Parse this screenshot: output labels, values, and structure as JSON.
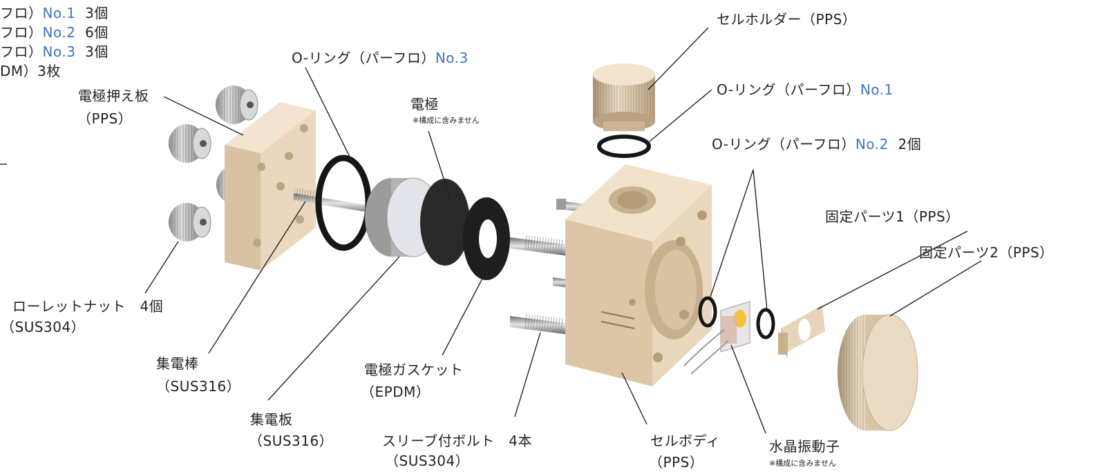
{
  "parts_list": [
    {
      "prefix": "フロ）",
      "no": "No.1",
      "qty": "3個"
    },
    {
      "prefix": "フロ）",
      "no": "No.2",
      "qty": "6個"
    },
    {
      "prefix": "フロ）",
      "no": "No.3",
      "qty": "3個"
    },
    {
      "prefix": "DM）3枚",
      "no": "",
      "qty": ""
    }
  ],
  "labels": {
    "cell_holder": "セルホルダー（PPS）",
    "oring_no3": {
      "text": "O-リング（パーフロ）",
      "no": "No.3"
    },
    "oring_no1": {
      "text": "O-リング（パーフロ）",
      "no": "No.1"
    },
    "oring_no2": {
      "text": "O-リング（パーフロ）",
      "no": "No.2",
      "qty": "2個"
    },
    "electrode_press_plate": [
      "電極押え板",
      "（PPS）"
    ],
    "electrode": "電極",
    "electrode_note": "※構成に含みません",
    "fixing_part_1": "固定パーツ1（PPS）",
    "fixing_part_2": "固定パーツ2（PPS）",
    "knurled_nut": [
      "ローレットナット　4個",
      "（SUS304）"
    ],
    "collector_rod": [
      "集電棒",
      "（SUS316）"
    ],
    "electrode_gasket": [
      "電極ガスケット",
      "（EPDM）"
    ],
    "collector_plate": [
      "集電板",
      "（SUS316）"
    ],
    "sleeve_bolt": [
      "スリーブ付ボルト　4本",
      "（SUS304）"
    ],
    "cell_body": [
      "セルボディ",
      "（PPS）"
    ],
    "crystal": "水晶振動子",
    "crystal_note": "※構成に含みません"
  },
  "colors": {
    "accent_blue": "#3f74c4",
    "beige": "#e8d6bf",
    "steel": "#b9b9b9",
    "black": "#1a1a1a"
  }
}
